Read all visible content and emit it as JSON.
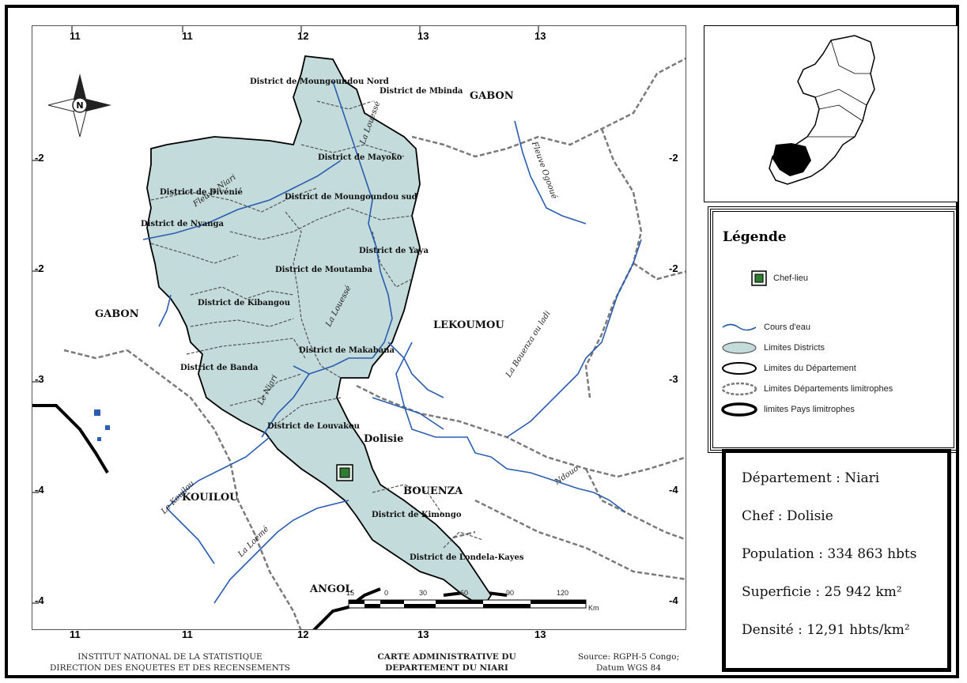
{
  "map": {
    "ticks_top": [
      "11",
      "11",
      "12",
      "13",
      "13"
    ],
    "ticks_bottom": [
      "11",
      "11",
      "12",
      "13",
      "13"
    ],
    "ticks_left": [
      "-2",
      "-2",
      "-3",
      "-4",
      "-4"
    ],
    "ticks_right": [
      "-2",
      "-2",
      "-3",
      "-4",
      "-4"
    ],
    "countries": {
      "gabon_top": "GABON",
      "gabon_west": "GABON",
      "angola": "ANGOL"
    },
    "departments": {
      "lekoumou": "LEKOUMOU",
      "kouilou": "KOUILOU",
      "bouenza": "BOUENZA"
    },
    "city": "Dolisie",
    "districts": [
      "District de Moungoundou Nord",
      "District de Mbinda",
      "District de Mayoko",
      "District de Divénié",
      "District de Moungoundou sud",
      "District de Nyanga",
      "District de Yaya",
      "District de Moutamba",
      "District de Kibangou",
      "District de Makabana",
      "District de Banda",
      "District de Louvakou",
      "District de Kimongo",
      "District de Londela-Kayes"
    ],
    "rivers": {
      "louessi_north": "La Louessé",
      "niari_fleuve": "Fleuve Niari",
      "ogooue": "Fleuve Ogooué",
      "bouenza": "La Bouenza ou ladi",
      "louesse_mid": "La Louessé",
      "niari_le": "Le Niari",
      "kouilou": "Le Kouilou",
      "loeme": "La Loémé",
      "ndouo": "Ndouo"
    },
    "scale": {
      "labels": [
        "15",
        "0",
        "30",
        "60",
        "90",
        "120"
      ],
      "unit": "Km"
    }
  },
  "legend": {
    "title": "Légende",
    "items": [
      {
        "label": "Chef-lieu",
        "symbol": "capital"
      },
      {
        "label": "Cours d'eau",
        "symbol": "river"
      },
      {
        "label": "Limites Districts",
        "symbol": "district"
      },
      {
        "label": "Limites du Département",
        "symbol": "department"
      },
      {
        "label": "Limites Départements limitrophes",
        "symbol": "neighbor-departments"
      },
      {
        "label": "limites Pays limitrophes",
        "symbol": "neighbor-countries"
      }
    ]
  },
  "info": {
    "department": "Département : Niari",
    "chef": "Chef : Dolisie",
    "population": "Population : 334 863 hbts",
    "superficie": "Superficie : 25 942 km²",
    "densite": "Densité : 12,91 hbts/km²"
  },
  "footer": {
    "left_line1": "INSTITUT NATIONAL DE LA STATISTIQUE",
    "left_line2": "DIRECTION DES ENQUETES ET DES RECENSEMENTS",
    "center_line1": "CARTE ADMINISTRATIVE DU",
    "center_line2": "DEPARTEMENT DU NIARI",
    "right_line1": "Source: RGPH-5 Congo;",
    "right_line2": "Datum WGS 84"
  },
  "colors": {
    "district_fill": "#c3dbda",
    "river": "#2a5db0",
    "capital_fill": "#2e7d32"
  }
}
